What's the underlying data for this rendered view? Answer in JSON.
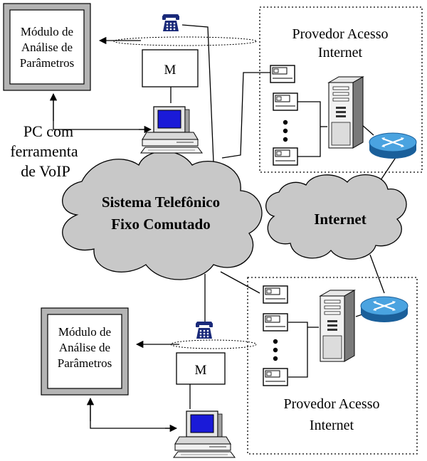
{
  "module_top": {
    "line1": "Módulo de",
    "line2": "Análise de",
    "line3": "Parâmetros"
  },
  "module_bottom": {
    "line1": "Módulo de",
    "line2": "Análise de",
    "line3": "Parâmetros"
  },
  "modem_top_label": "M",
  "modem_bottom_label": "M",
  "pc_caption": {
    "line1": "PC com",
    "line2": "ferramenta",
    "line3": "de VoIP"
  },
  "pstn_cloud": {
    "line1": "Sistema Telefônico",
    "line2": "Fixo Comutado"
  },
  "internet_cloud": "Internet",
  "isp_top": {
    "line1": "Provedor Acesso",
    "line2": "Internet"
  },
  "isp_bottom": {
    "line1": "Provedor Acesso",
    "line2": "Internet"
  },
  "colors": {
    "telephone": "#1a2a7a",
    "pc_screen": "#1a1ad8",
    "router": "#2e86c8",
    "cloud": "#c8c8c8",
    "module_frame": "#b4b4b4"
  },
  "icons": [
    "telephone-icon",
    "pc-icon",
    "modem-icon",
    "router-icon",
    "server-icon",
    "cloud-icon"
  ]
}
